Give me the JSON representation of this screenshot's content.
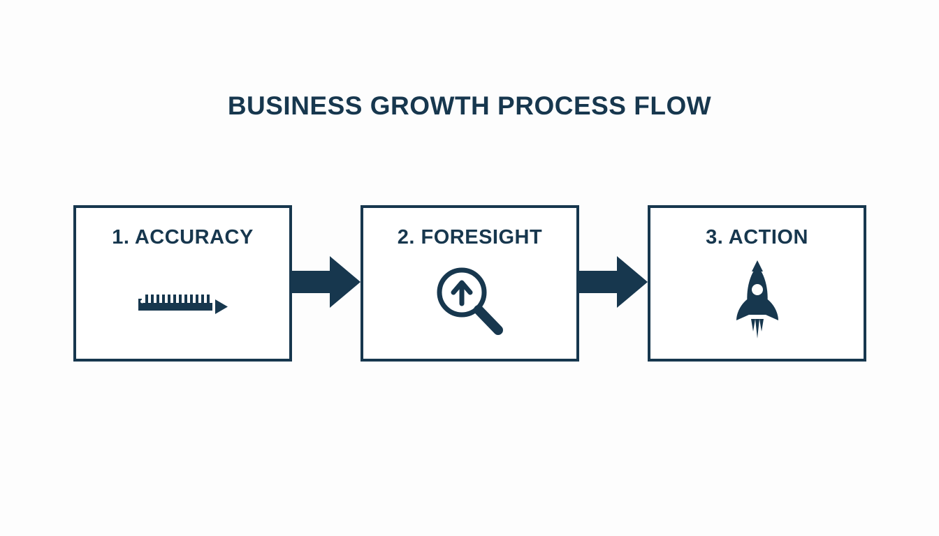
{
  "title": "BUSINESS GROWTH PROCESS FLOW",
  "colors": {
    "primary": "#17374e",
    "background": "#fdfdfd",
    "box_fill": "#ffffff"
  },
  "steps": [
    {
      "label": "1. ACCURACY",
      "icon": "ruler-icon"
    },
    {
      "label": "2. FORESIGHT",
      "icon": "magnifier-up-arrow-icon"
    },
    {
      "label": "3. ACTION",
      "icon": "rocket-icon"
    }
  ],
  "connectors": [
    {
      "type": "arrow-right"
    },
    {
      "type": "arrow-right"
    }
  ]
}
